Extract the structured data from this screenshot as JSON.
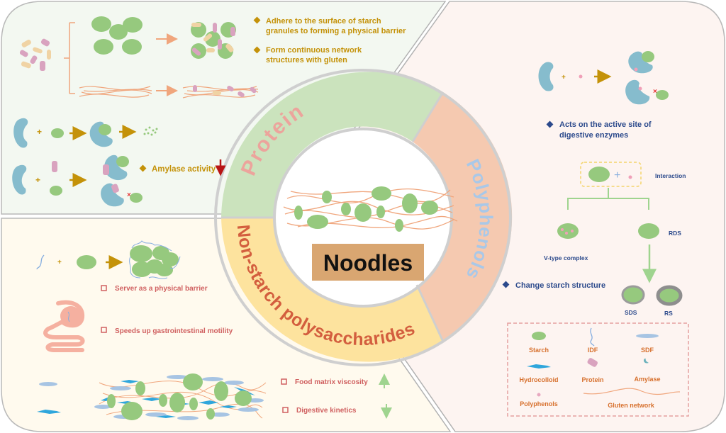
{
  "title": "Noodles",
  "colors": {
    "protein_panel_bg": "#f3f8f1",
    "polyphenol_panel_bg": "#fdf4f1",
    "nsp_panel_bg": "#fffaee",
    "protein_ring": "#cbe3bd",
    "polyphenol_ring": "#f5c9b0",
    "nsp_ring": "#fde39e",
    "starch": "#96c97e",
    "amylase": "#86bccd",
    "protein_particle": "#d9a3bf",
    "protein_particle_alt": "#f0d3a4",
    "gluten": "#f0a67d",
    "hydrocolloid": "#2fa6dc",
    "sdf": "#a7c4e3",
    "gold_text": "#c49209",
    "blue_text": "#2c4a8c",
    "red_text": "#d06060",
    "legend_text": "#d7702d",
    "noodles_box": "#d9a671",
    "down_arrow": "#b81414",
    "green_arrow": "#9fd48f"
  },
  "ring": {
    "protein_label": "Protein",
    "polyphenols_label": "Polyphenols",
    "nsp_label": "Non-starch polysaccharides",
    "center_label": "Noodles"
  },
  "protein_panel": {
    "bullets": [
      {
        "line1": "Adhere to the surface of starch",
        "line2": "granules to forming a physical barrier"
      },
      {
        "line1": "Form continuous network",
        "line2": "structures with gluten"
      }
    ],
    "amylase_label": "Amylase activity",
    "amylase_trend": "down",
    "plus": "+"
  },
  "polyphenol_panel": {
    "active_site_line1": "Acts on the active site of",
    "active_site_line2": "digestive enzymes",
    "interaction_label": "Interaction",
    "v_type_label": "V-type complex",
    "rds_label": "RDS",
    "change_structure_label": "Change starch structure",
    "sds_label": "SDS",
    "rs_label": "RS",
    "plus": "+"
  },
  "legend": {
    "items": [
      {
        "label": "Starch",
        "icon": "starch-icon"
      },
      {
        "label": "IDF",
        "icon": "idf-icon"
      },
      {
        "label": "SDF",
        "icon": "sdf-icon"
      },
      {
        "label": "Hydrocolloid",
        "icon": "hydrocolloid-icon"
      },
      {
        "label": "Protein",
        "icon": "protein-icon"
      },
      {
        "label": "Amylase",
        "icon": "amylase-icon"
      },
      {
        "label": "Polyphenols",
        "icon": "polyphenol-icon"
      },
      {
        "label": "Gluten network",
        "icon": "gluten-network-icon"
      }
    ]
  },
  "nsp_panel": {
    "barrier_label": "Server as a physical barrier",
    "motility_label": "Speeds up gastrointestinal motility",
    "viscosity_label": "Food matrix viscosity",
    "viscosity_trend": "up",
    "kinetics_label": "Digestive kinetics",
    "kinetics_trend": "down",
    "plus": "+"
  }
}
